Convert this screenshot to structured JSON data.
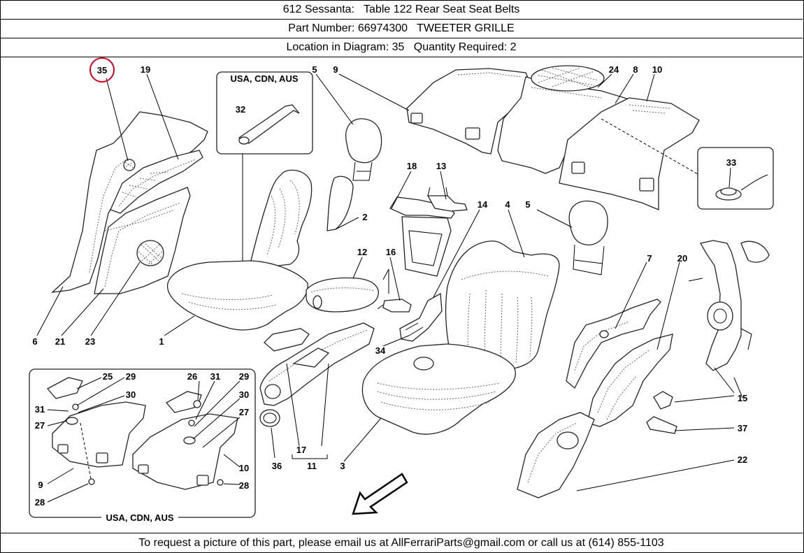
{
  "header": {
    "title_line": "612 Sessanta:   Table 122 Rear Seat Seat Belts",
    "part_line": "Part Number: 66974300   TWEETER GRILLE",
    "location_line": "Location in Diagram: 35   Quantity Required: 2"
  },
  "diagram": {
    "highlighted_callout": "35",
    "inset_top_label": "USA, CDN, AUS",
    "inset_bottom_label": "USA, CDN, AUS",
    "callouts": {
      "c35": "35",
      "c19": "19",
      "c32": "32",
      "c5a": "5",
      "c9a": "9",
      "c24": "24",
      "c8": "8",
      "c10a": "10",
      "c33": "33",
      "c18": "18",
      "c13": "13",
      "c14": "14",
      "c4": "4",
      "c5b": "5",
      "c2": "2",
      "c12": "12",
      "c16": "16",
      "c6": "6",
      "c21": "21",
      "c23": "23",
      "c1": "1",
      "c7": "7",
      "c20": "20",
      "c34": "34",
      "c25": "25",
      "c29a": "29",
      "c30a": "30",
      "c31a": "31",
      "c27a": "27",
      "c9b": "9",
      "c28a": "28",
      "c26": "26",
      "c31b": "31",
      "c29b": "29",
      "c30b": "30",
      "c27b": "27",
      "c10b": "10",
      "c28b": "28",
      "c15": "15",
      "c37": "37",
      "c22": "22",
      "c36": "36",
      "c17": "17",
      "c11": "11",
      "c3": "3"
    },
    "highlight_color": "#d0021b"
  },
  "footer": {
    "text": "To request a picture of this part, please email us at AllFerrariParts@gmail.com or call us at (614) 855-1103"
  }
}
